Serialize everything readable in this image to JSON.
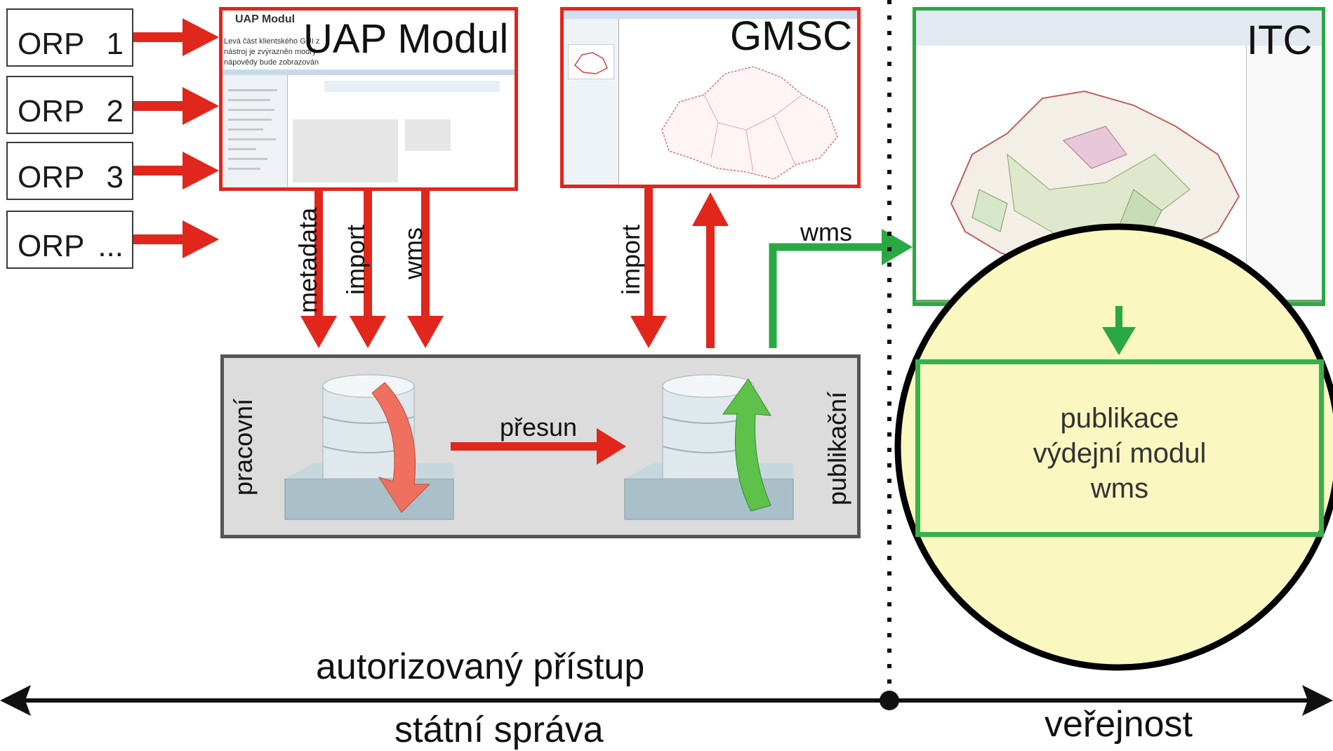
{
  "orp_sources": [
    {
      "name": "ORP",
      "suffix": "1"
    },
    {
      "name": "ORP",
      "suffix": "2"
    },
    {
      "name": "ORP",
      "suffix": "3"
    },
    {
      "name": "ORP",
      "suffix": "..."
    }
  ],
  "uap_module": {
    "title": "UAP Modul",
    "screenshot_title": "UAP Modul",
    "screenshot_text_line1": "Levá část klientského GUI z",
    "screenshot_text_line2": "nástroj je zvýrazněn modrý",
    "screenshot_text_line3": "nápovědy bude zobrazován"
  },
  "gmsc": {
    "title": "GMSC"
  },
  "itc": {
    "title": "ITC"
  },
  "flow_labels": {
    "metadata": "metadata",
    "import_uap": "import",
    "wms_uap": "wms",
    "import_gmsc": "import",
    "wms_itc": "wms",
    "transfer": "přesun"
  },
  "databases": {
    "working": "pracovní",
    "publishing": "publikační"
  },
  "publication": {
    "line1": "publikace",
    "line2": "výdejní modul",
    "line3": "wms"
  },
  "captions": {
    "authorized_access": "autorizovaný přístup",
    "state_administration": "státní správa",
    "public": "veřejnost"
  },
  "colors": {
    "red_arrow": "#e1261c",
    "green_arrow": "#2aa843",
    "circle_fill": "#fbf7c0",
    "panel_bg": "#dcdcdc"
  }
}
